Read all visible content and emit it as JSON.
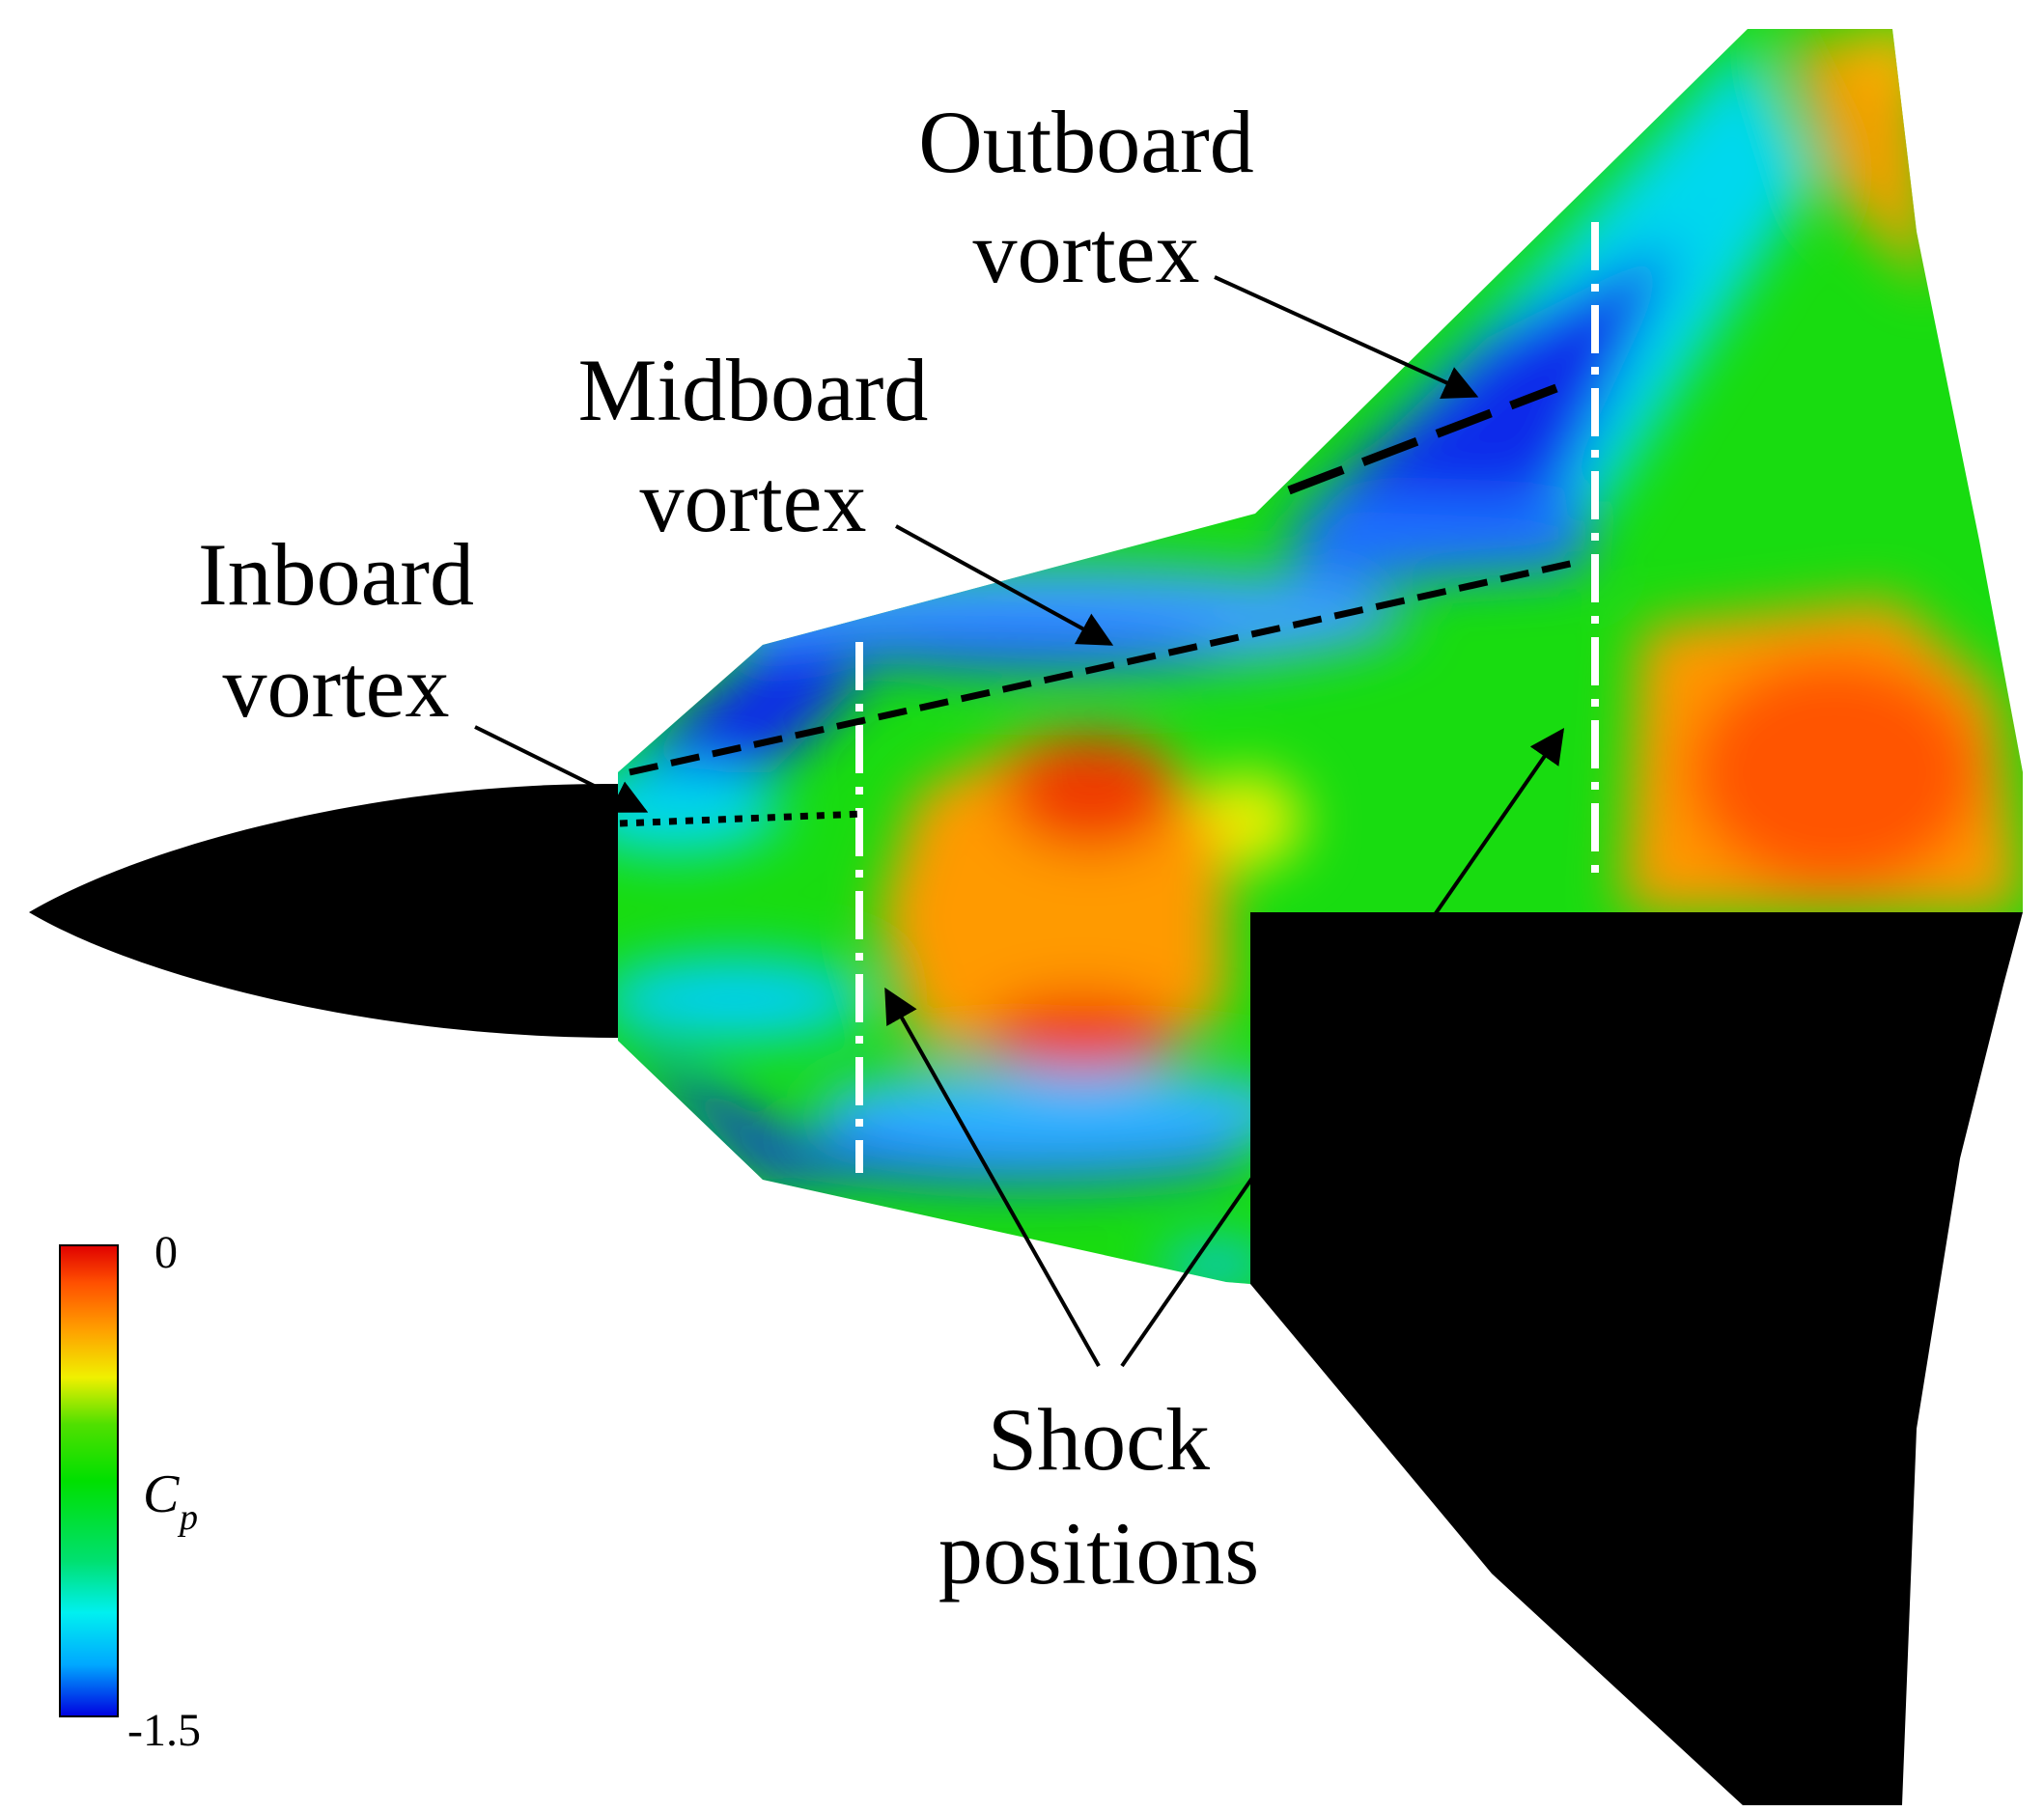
{
  "labels": {
    "outboard_line1": "Outboard",
    "outboard_line2": "vortex",
    "midboard_line1": "Midboard",
    "midboard_line2": "vortex",
    "inboard_line1": "Inboard",
    "inboard_line2": "vortex",
    "shock_line1": "Shock",
    "shock_line2": "positions"
  },
  "colorbar": {
    "max_label": "0",
    "min_label": "-1.5",
    "variable_main": "C",
    "variable_sub": "p",
    "colormap": [
      "#0000e0",
      "#00a8ff",
      "#00f0f0",
      "#00e070",
      "#00e000",
      "#50e000",
      "#f0f000",
      "#ffa000",
      "#ff5000",
      "#e00000"
    ]
  },
  "colors": {
    "body": "#000000",
    "shock_line": "#ffffff",
    "vortex_line": "#000000"
  }
}
